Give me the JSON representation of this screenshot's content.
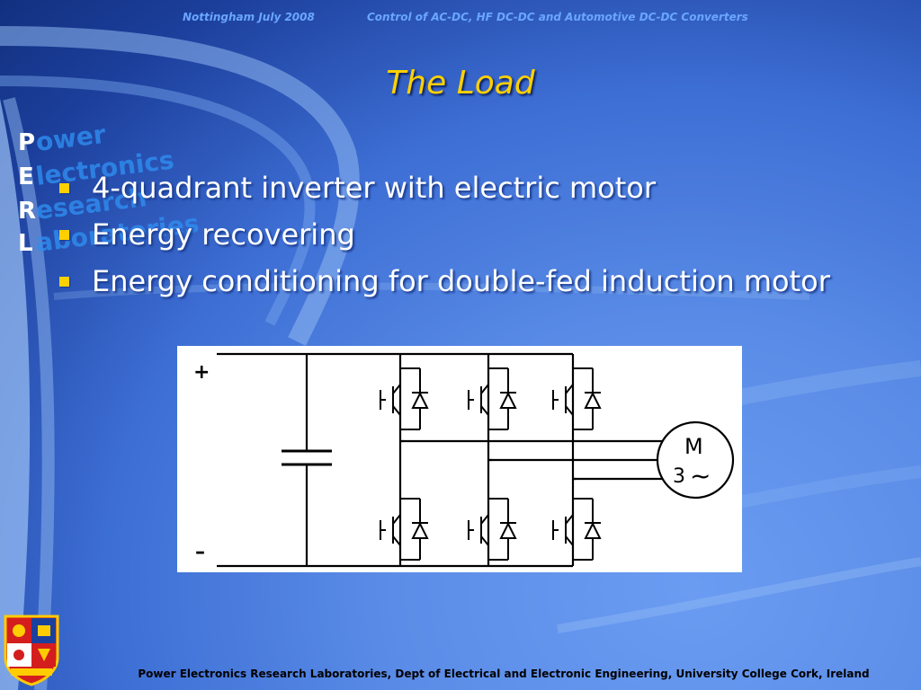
{
  "header": {
    "left": "Nottingham July 2008",
    "right": "Control of AC-DC, HF DC-DC and Automotive DC-DC Converters"
  },
  "title": "The Load",
  "logo": {
    "letters": [
      "P",
      "E",
      "R",
      "L"
    ],
    "words": [
      "ower",
      "lectronics",
      "esearch",
      "aboratories"
    ]
  },
  "bullets": [
    "4-quadrant inverter with electric motor",
    "Energy recovering",
    "Energy conditioning for double-fed induction motor"
  ],
  "diagram": {
    "plus_label": "+",
    "minus_label": "–",
    "motor_letter": "M",
    "motor_phase": "3",
    "motor_symbol": "~"
  },
  "footer": "Power Electronics Research Laboratories, Dept of Electrical and Electronic Engineering, University College Cork, Ireland",
  "colors": {
    "title": "#ffd000",
    "bullet": "#ffd000",
    "header_text": "#6aa6ff",
    "logo_words": "#2f8ef0"
  },
  "icons": {
    "crest": "ireland-provinces-crest-icon",
    "motor": "motor-icon",
    "igbt": "igbt-switch-icon",
    "capacitor": "capacitor-icon"
  }
}
